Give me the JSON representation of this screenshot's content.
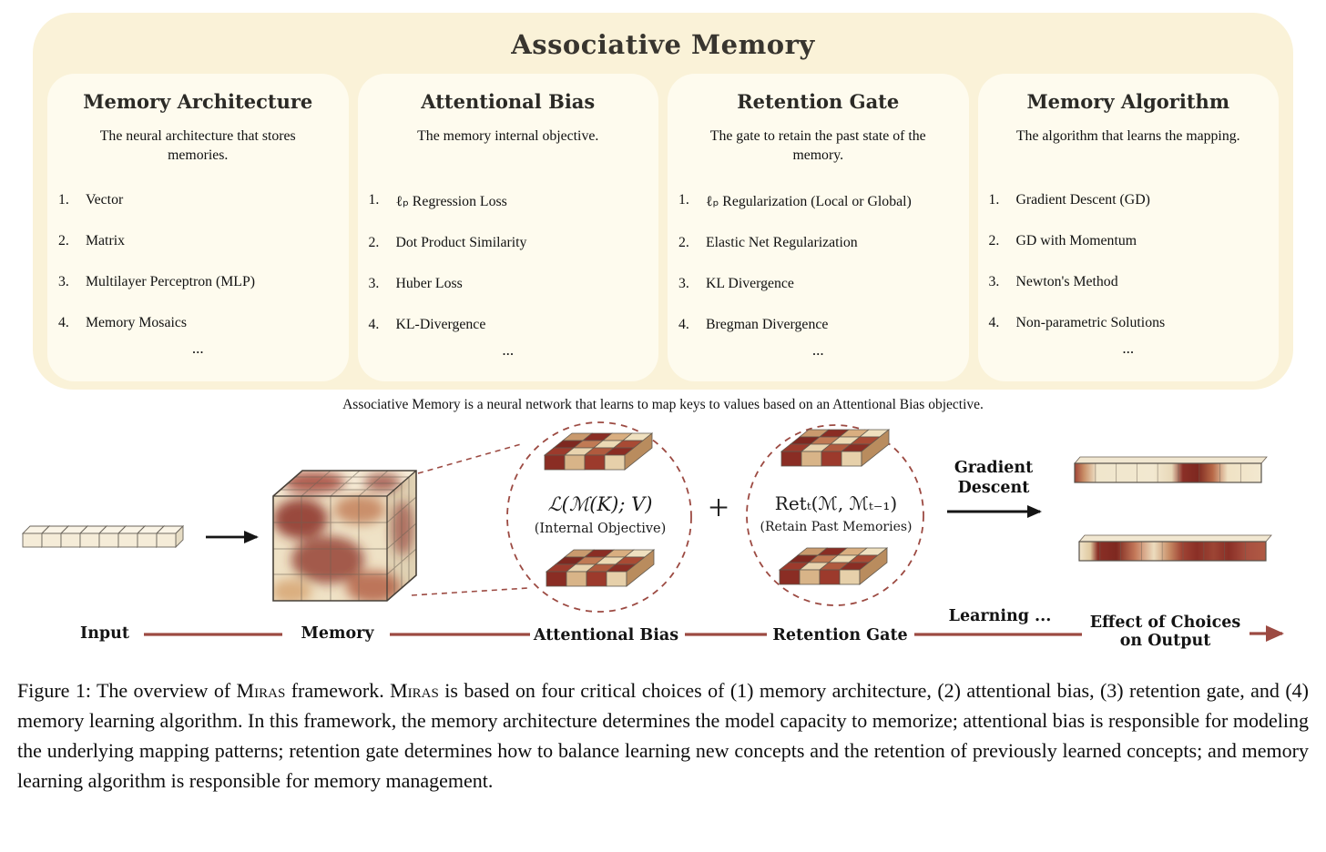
{
  "colors": {
    "panel_bg": "#FAF2D8",
    "card_bg": "#FEFBEE",
    "accent_maroon": "#9C4A42",
    "dark_red": "#8A2D24",
    "cream_cube": "#F5ECD8",
    "black": "#151515"
  },
  "associative_memory": {
    "title": "Associative Memory",
    "panels": [
      {
        "title": "Memory Architecture",
        "description": "The neural architecture that stores memories.",
        "items": [
          "Vector",
          "Matrix",
          "Multilayer Perceptron (MLP)",
          "Memory Mosaics"
        ],
        "more": "..."
      },
      {
        "title": "Attentional Bias",
        "description": "The memory internal objective.",
        "items": [
          "ℓₚ Regression Loss",
          "Dot Product Similarity",
          "Huber Loss",
          "KL-Divergence"
        ],
        "more": "..."
      },
      {
        "title": "Retention Gate",
        "description": "The gate to retain the past state of the memory.",
        "items": [
          "ℓₚ Regularization (Local or Global)",
          "Elastic Net Regularization",
          "KL Divergence",
          "Bregman Divergence"
        ],
        "more": "..."
      },
      {
        "title": "Memory Algorithm",
        "description": "The algorithm that learns the mapping.",
        "items": [
          "Gradient Descent (GD)",
          "GD with Momentum",
          "Newton's Method",
          "Non-parametric Solutions"
        ],
        "more": "..."
      }
    ]
  },
  "diagram": {
    "caption": "Associative Memory is a neural network that learns to map keys to values based on an Attentional Bias objective.",
    "internal_objective": {
      "formula": "ℒ(ℳ(K); V)",
      "note": "(Internal Objective)"
    },
    "plus": "+",
    "retention": {
      "formula": "Retₜ(ℳ, ℳₜ₋₁)",
      "note": "(Retain Past Memories)"
    },
    "gradient_descent": "Gradient Descent",
    "flow": {
      "input": "Input",
      "memory": "Memory",
      "attentional_bias": "Attentional Bias",
      "retention_gate": "Retention Gate",
      "learning": "Learning ...",
      "effect": "Effect of Choices on Output"
    }
  },
  "figure_caption": {
    "segments": [
      "Figure 1: The overview of ",
      "Miras",
      " framework. ",
      "Miras",
      " is based on four critical choices of (1) memory architecture, (2) attentional bias, (3) retention gate, and (4) memory learning algorithm. In this framework, the memory architecture determines the model capacity to memorize; attentional bias is responsible for modeling the underlying mapping patterns; retention gate determines how to balance learning new concepts and the retention of previously learned concepts; and memory learning algorithm is responsible for memory management."
    ]
  }
}
